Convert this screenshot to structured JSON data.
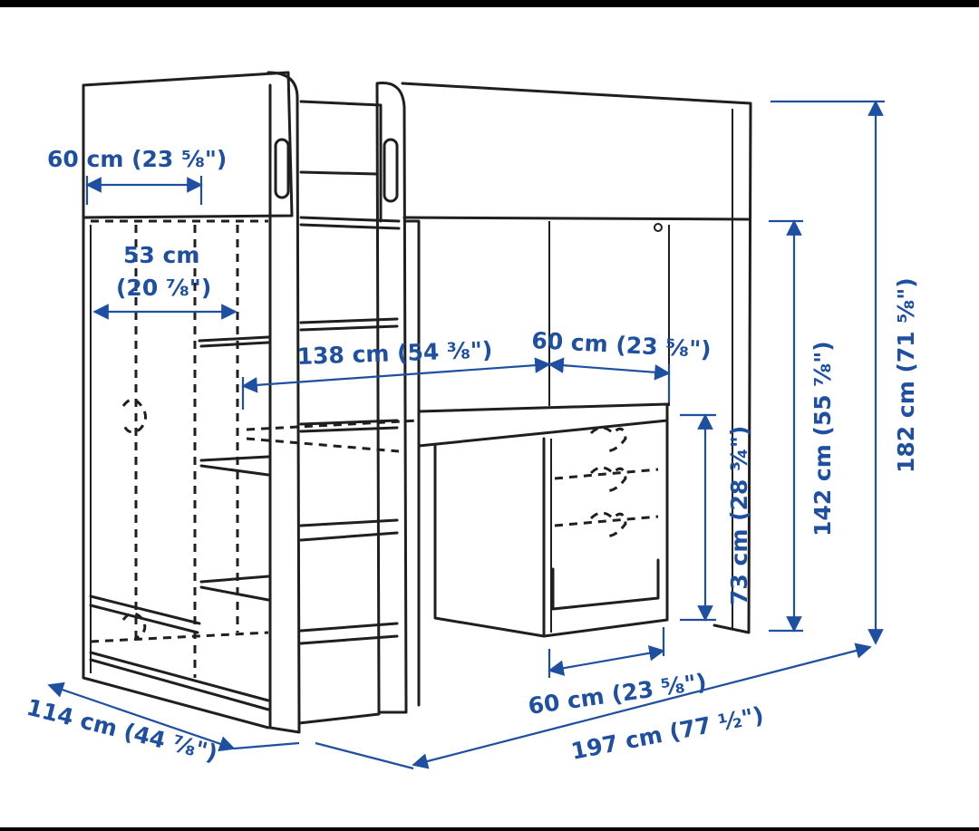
{
  "colors": {
    "dimension": "#1f4fa0",
    "line": "#1f1f1f",
    "background": "#ffffff",
    "frame": "#000000"
  },
  "dimensions": {
    "top_left_width": "60 cm (23 ⅝\")",
    "inner_width_cm": "53 cm",
    "inner_width_in": "(20 ⅞\")",
    "desk_length": "138 cm (54 ⅜\")",
    "desk_right": "60 cm (23 ⅝\")",
    "desk_height": "73 cm (28 ¾\")",
    "bed_height": "142 cm (55 ⅞\")",
    "total_height": "182 cm (71 ⅝\")",
    "depth": "114 cm (44 ⅞\")",
    "drawer_width": "60 cm (23 ⅝\")",
    "total_length": "197 cm (77 ½\")"
  }
}
